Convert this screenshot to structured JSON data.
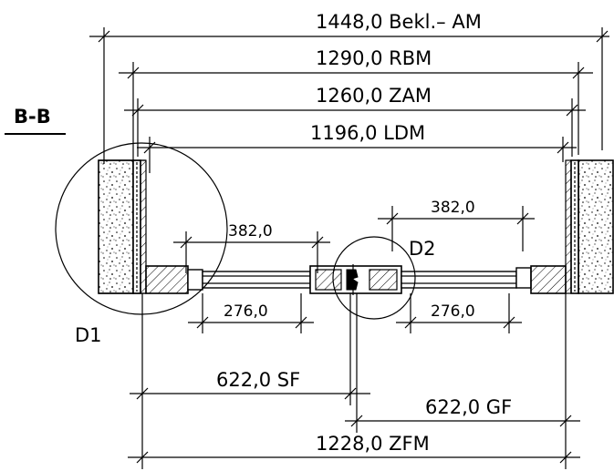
{
  "section_title": "B-B",
  "dimensions": {
    "bekl_am": "1448,0 Bekl.– AM",
    "rbm": "1290,0 RBM",
    "zam": "1260,0 ZAM",
    "ldm": "1196,0 LDM",
    "left_sash_382": "382,0",
    "right_sash_382": "382,0",
    "left_glass_276": "276,0",
    "right_glass_276": "276,0",
    "sf": "622,0 SF",
    "gf": "622,0 GF",
    "zfm": "1228,0 ZFM"
  },
  "details": {
    "d1": "D1",
    "d2": "D2"
  }
}
